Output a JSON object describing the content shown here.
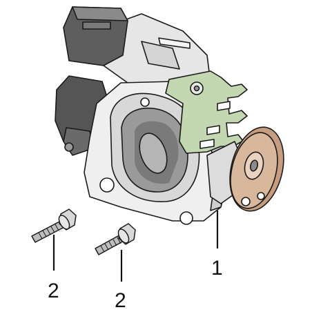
{
  "figure": {
    "callouts": [
      {
        "id": "throttle-body",
        "label": "1"
      },
      {
        "id": "bolt-left",
        "label": "2"
      },
      {
        "id": "bolt-right",
        "label": "2"
      }
    ],
    "colors": {
      "outline": "#1a1a1a",
      "metal_light": "#eeeeee",
      "metal_mid": "#cfcfcf",
      "metal_dark": "#8a8a8a",
      "connector": "#5e5e5e",
      "bracket_green": "#c3d7b0",
      "pulley_tan": "#d9b79b"
    }
  }
}
